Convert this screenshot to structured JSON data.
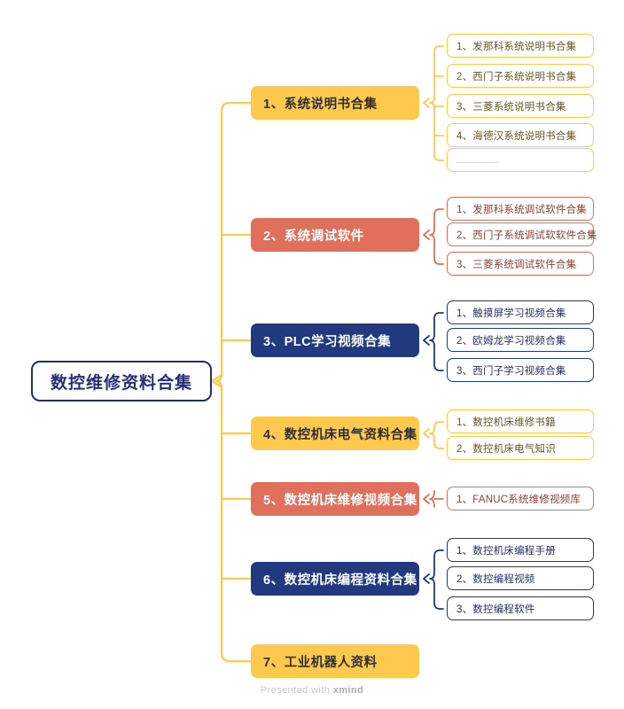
{
  "root": {
    "label": "数控维修资料合集",
    "border_color": "#1f3066",
    "text_color": "#26307a"
  },
  "palette": {
    "yellow": "#FFC94D",
    "red": "#E0705C",
    "blue": "#20397F",
    "white": "#FFFFFF"
  },
  "branches": [
    {
      "label": "1、系统说明书合集",
      "color": "yellow",
      "children": [
        {
          "label": "1、发那科系统说明书合集"
        },
        {
          "label": "2、西门子系统说明书合集"
        },
        {
          "label": "3、三菱系统说明书合集"
        },
        {
          "label": "4、海德汉系统说明书合集"
        },
        {
          "label": "........................"
        }
      ]
    },
    {
      "label": "2、系统调试软件",
      "color": "red",
      "children": [
        {
          "label": "1、发那科系统调试软件合集"
        },
        {
          "label": "2、西门子系统调试软软件合集"
        },
        {
          "label": "3、三菱系统调试软件合集"
        }
      ]
    },
    {
      "label": "3、PLC学习视频合集",
      "color": "blue",
      "children": [
        {
          "label": "1、触摸屏学习视频合集"
        },
        {
          "label": "2、欧姆龙学习视频合集"
        },
        {
          "label": "3、西门子学习视频合集"
        }
      ]
    },
    {
      "label": "4、数控机床电气资料合集",
      "color": "yellow",
      "children": [
        {
          "label": "1、数控机床维修书籍"
        },
        {
          "label": "2、数控机床电气知识"
        }
      ]
    },
    {
      "label": "5、数控机床维修视频合集",
      "color": "red",
      "children": [
        {
          "label": "1、FANUC系统维修视频库"
        }
      ]
    },
    {
      "label": "6、数控机床编程资料合集",
      "color": "blue",
      "children": [
        {
          "label": "1、数控机床编程手册"
        },
        {
          "label": "2、数控编程视频"
        },
        {
          "label": "3、数控编程软件"
        }
      ]
    },
    {
      "label": "7、工业机器人资料",
      "color": "yellow",
      "children": []
    }
  ],
  "footer": {
    "prefix": "Presented with ",
    "brand": "xmind"
  }
}
